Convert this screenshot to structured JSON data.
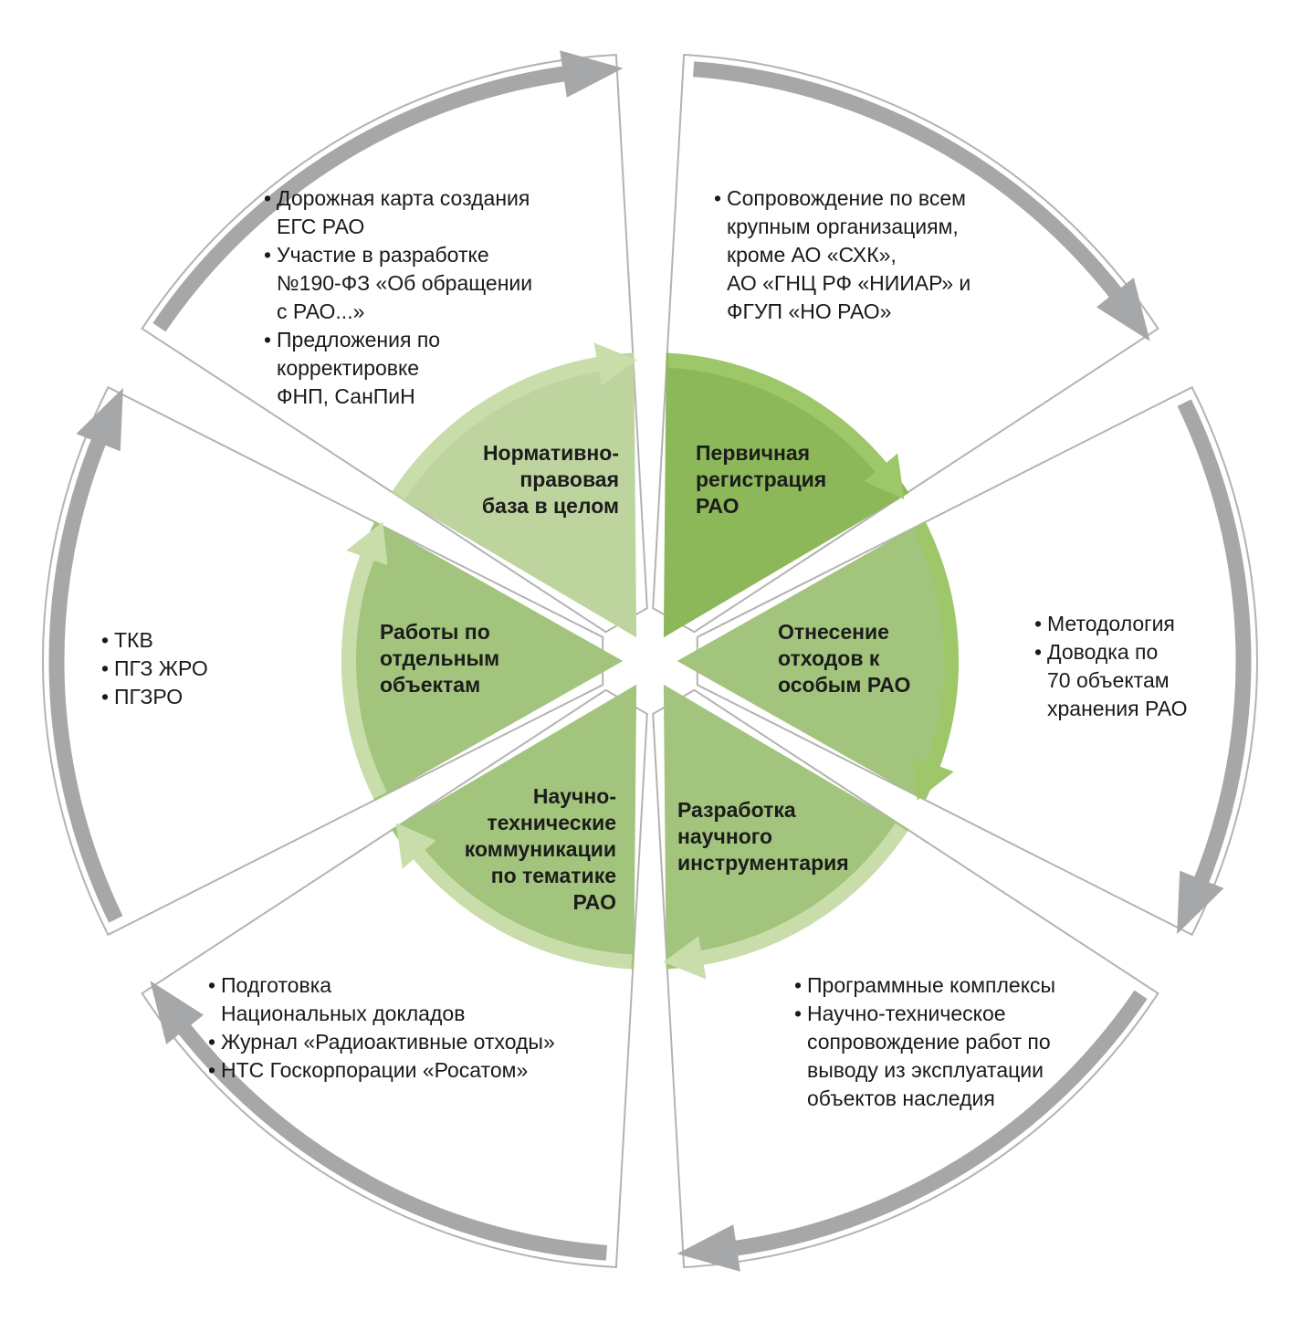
{
  "colors": {
    "outer_arrow": "#a6a7a9",
    "outer_outline": "#b3b3b3",
    "inner_fill_light": "#bdd49e",
    "inner_fill_mid": "#a2c47c",
    "inner_fill_dark": "#8cb85a",
    "inner_arrow_light": "#c9ddaa",
    "inner_arrow_dark": "#9ec769"
  },
  "segments": [
    {
      "id": "top-left",
      "label": [
        "Нормативно-",
        "правовая",
        "база в целом"
      ],
      "bullets": [
        {
          "lines": [
            "Дорожная карта создания",
            "ЕГС РАО"
          ]
        },
        {
          "lines": [
            "Участие в разработке",
            "№190-ФЗ «Об обращении",
            "с РАО...»"
          ]
        },
        {
          "lines": [
            "Предложения по",
            "корректировке",
            "ФНП, СанПиН"
          ]
        }
      ]
    },
    {
      "id": "top-right",
      "label": [
        "Первичная",
        "регистрация",
        "РАО"
      ],
      "bullets": [
        {
          "lines": [
            "Сопровождение по всем",
            "крупным организациям,",
            "кроме АО «СХК»,",
            "АО «ГНЦ РФ «НИИАР» и",
            "ФГУП «НО РАО»"
          ]
        }
      ]
    },
    {
      "id": "right",
      "label": [
        "Отнесение",
        "отходов к",
        "особым РАО"
      ],
      "bullets": [
        {
          "lines": [
            "Методология"
          ]
        },
        {
          "lines": [
            "Доводка по",
            "70 объектам",
            "хранения РАО"
          ]
        }
      ]
    },
    {
      "id": "bottom-right",
      "label": [
        "Разработка",
        "научного",
        "инструментария"
      ],
      "bullets": [
        {
          "lines": [
            "Программные комплексы"
          ]
        },
        {
          "lines": [
            "Научно-техническое",
            "сопровождение работ по",
            "выводу из эксплуатации",
            "объектов наследия"
          ]
        }
      ]
    },
    {
      "id": "bottom-left",
      "label": [
        "Научно-",
        "технические",
        "коммуникации",
        "по тематике",
        "РАО"
      ],
      "bullets": [
        {
          "lines": [
            "Подготовка",
            "Национальных докладов"
          ]
        },
        {
          "lines": [
            "Журнал «Радиоактивные отходы»"
          ]
        },
        {
          "lines": [
            "НТС Госкорпорации «Росатом»"
          ]
        }
      ]
    },
    {
      "id": "left",
      "label": [
        "Работы по",
        "отдельным",
        "объектам"
      ],
      "bullets": [
        {
          "lines": [
            "ТКВ"
          ]
        },
        {
          "lines": [
            "ПГЗ ЖРО"
          ]
        },
        {
          "lines": [
            "ПГЗРО"
          ]
        }
      ]
    }
  ]
}
